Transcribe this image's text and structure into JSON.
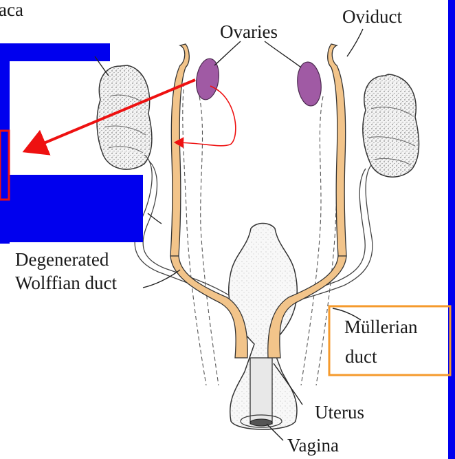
{
  "labels": {
    "top_left_fragment": "aca",
    "oviduct": "Oviduct",
    "ovaries": "Ovaries",
    "wolffian_line1": "Degenerated",
    "wolffian_line2": "Wolffian duct",
    "mullerian_line1": "Müllerian",
    "mullerian_line2": "duct",
    "uterus": "Uterus",
    "vagina": "Vagina"
  },
  "colors": {
    "frame_blue": "#0000ee",
    "highlight_orange": "#f59a2c",
    "arrow_red": "#ee1111",
    "duct_tan": "#f2c48a",
    "ovary_purple": "#a05aa4",
    "tissue_fill": "#f0f0f0",
    "outline": "#222222"
  }
}
